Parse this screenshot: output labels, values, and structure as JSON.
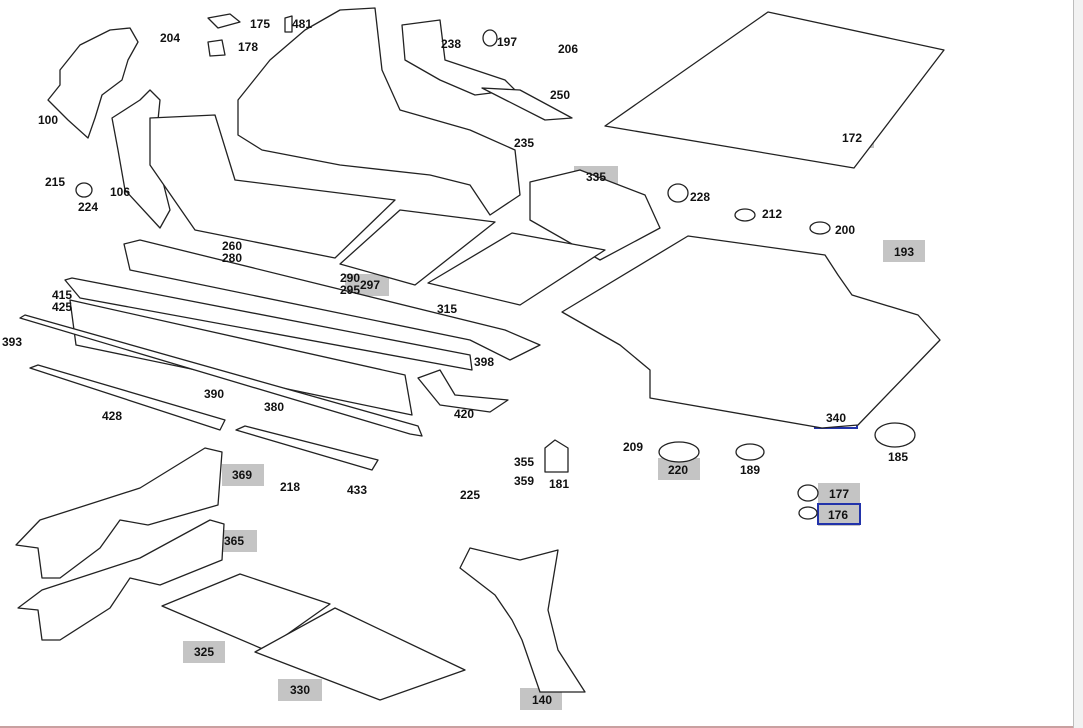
{
  "colors": {
    "label_highlight": "#c4c4c4",
    "selection_box": "#2233aa",
    "line": "#222222"
  },
  "labels": {
    "l100": "100",
    "l106": "106",
    "l140": "140",
    "l172": "172",
    "l175": "175",
    "l176": "176",
    "l177": "177",
    "l178": "178",
    "l181": "181",
    "l185": "185",
    "l189": "189",
    "l193": "193",
    "l197": "197",
    "l200": "200",
    "l204": "204",
    "l206": "206",
    "l209": "209",
    "l212": "212",
    "l215": "215",
    "l218": "218",
    "l220": "220",
    "l224": "224",
    "l225": "225",
    "l228": "228",
    "l235": "235",
    "l238": "238",
    "l250": "250",
    "l260": "260",
    "l280": "280",
    "l290": "290",
    "l295": "295",
    "l297": "297",
    "l315": "315",
    "l325": "325",
    "l330": "330",
    "l335": "335",
    "l340": "340",
    "l355": "355",
    "l359": "359",
    "l365": "365",
    "l369": "369",
    "l380": "380",
    "l390": "390",
    "l393": "393",
    "l398": "398",
    "l415": "415",
    "l420": "420",
    "l425": "425",
    "l428": "428",
    "l433": "433",
    "l481": "481"
  }
}
